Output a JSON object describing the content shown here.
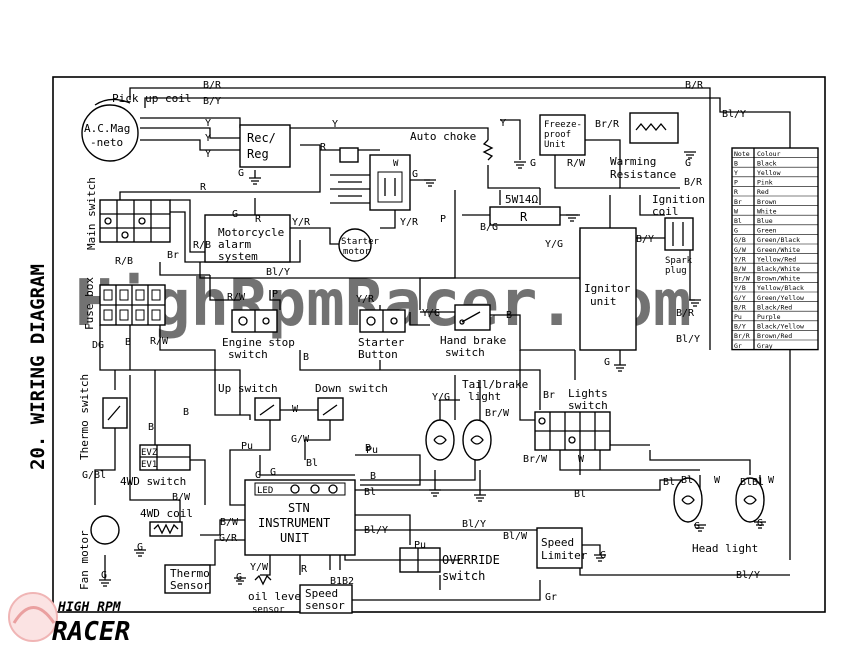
{
  "title": "20. WIRING DIAGRAM",
  "watermark": "HighRpmRacer.com",
  "logo": {
    "line1": "HIGH RPM",
    "line2": "RACER"
  },
  "components": {
    "pickup_coil": "Pick up coil",
    "magneto_1": "A.C.Mag",
    "magneto_2": "-neto",
    "rec_reg_1": "Rec/",
    "rec_reg_2": "Reg",
    "auto_choke": "Auto choke",
    "freeze_1": "Freeze-",
    "freeze_2": "proof",
    "freeze_3": "Unit",
    "warming_1": "Warming",
    "warming_2": "Resistance",
    "resistor": "R",
    "resistor_rating": "5W14Ω",
    "ignition_coil_1": "Ignition",
    "ignition_coil_2": "coil",
    "spark_plug_1": "Spark",
    "spark_plug_2": "plug",
    "main_switch": "Main switch",
    "alarm_1": "Motorcycle",
    "alarm_2": "alarm",
    "alarm_3": "system",
    "starter_motor_1": "Starter",
    "starter_motor_2": "motor",
    "fuse_box": "Fuse box",
    "engine_stop_1": "Engine stop",
    "engine_stop_2": "switch",
    "starter_button_1": "Starter",
    "starter_button_2": "Button",
    "hand_brake_1": "Hand brake",
    "hand_brake_2": "switch",
    "igniter_1": "Ignitor",
    "igniter_2": "unit",
    "thermo_switch": "Thermo switch",
    "fan_motor": "Fan motor",
    "up_switch": "Up switch",
    "down_switch": "Down switch",
    "tail_brake_1": "Tail/brake",
    "tail_brake_2": "light",
    "lights_switch_1": "Lights",
    "lights_switch_2": "switch",
    "fourwd_switch": "4WD switch",
    "fourwd_coil": "4WD coil",
    "instrument_1": "STN",
    "instrument_2": "INSTRUMENT",
    "instrument_3": "UNIT",
    "head_light": "Head light",
    "speed_limiter_1": "Speed",
    "speed_limiter_2": "Limiter",
    "override_1": "OVERRIDE",
    "override_2": "switch",
    "thermo_sensor_1": "Thermo",
    "thermo_sensor_2": "Sensor",
    "oil_level_1": "oil level",
    "oil_level_2": "sensor",
    "speed_sensor_1": "Speed",
    "speed_sensor_2": "sensor",
    "evz": "EVZ",
    "ev1": "EV1",
    "led": "LED"
  },
  "legend": {
    "header": [
      "Note",
      "Colour"
    ],
    "rows": [
      [
        "B",
        "Black"
      ],
      [
        "Y",
        "Yellow"
      ],
      [
        "P",
        "Pink"
      ],
      [
        "R",
        "Red"
      ],
      [
        "Br",
        "Brown"
      ],
      [
        "W",
        "White"
      ],
      [
        "Bl",
        "Blue"
      ],
      [
        "G",
        "Green"
      ],
      [
        "G/B",
        "Green/Black"
      ],
      [
        "G/W",
        "Green/White"
      ],
      [
        "Y/R",
        "Yellow/Red"
      ],
      [
        "B/W",
        "Black/White"
      ],
      [
        "Br/W",
        "Brown/White"
      ],
      [
        "Y/B",
        "Yellow/Black"
      ],
      [
        "G/Y",
        "Green/Yellow"
      ],
      [
        "B/R",
        "Black/Red"
      ],
      [
        "Pu",
        "Purple"
      ],
      [
        "B/Y",
        "Black/Yellow"
      ],
      [
        "Br/R",
        "Brown/Red"
      ],
      [
        "Gr",
        "Gray"
      ]
    ]
  },
  "wire_labels": [
    "B/R",
    "B/Y",
    "B/R",
    "Bl/Y",
    "Y",
    "Y",
    "Y",
    "Y",
    "R",
    "G",
    "Y",
    "Br/R",
    "G",
    "R/W",
    "G",
    "B/R",
    "R",
    "R",
    "G",
    "Y/R",
    "P",
    "B/G",
    "Y/R",
    "G",
    "B/Y",
    "Y/G",
    "R/B",
    "Br",
    "R/B",
    "Bl/Y",
    "R/W",
    "P",
    "Y/R",
    "Y/G",
    "B",
    "R/W",
    "DG",
    "B",
    "B",
    "B/R",
    "Bl/Y",
    "G",
    "B",
    "Br",
    "B",
    "W",
    "G/W",
    "Pu",
    "Pu",
    "Y/G",
    "Br/W",
    "Br/W",
    "W",
    "B",
    "G",
    "G",
    "Bl",
    "B",
    "Bl",
    "Bl",
    "Bl",
    "Bl",
    "Bl",
    "W",
    "Bl",
    "W",
    "G/Bl",
    "B/W",
    "B/W",
    "G/R",
    "Bl/Y",
    "Bl/Y",
    "Bl/W",
    "G",
    "G",
    "Pu",
    "G",
    "G",
    "G",
    "Y/W",
    "R",
    "B1",
    "B2",
    "Gr",
    "Bl/Y",
    "G"
  ]
}
